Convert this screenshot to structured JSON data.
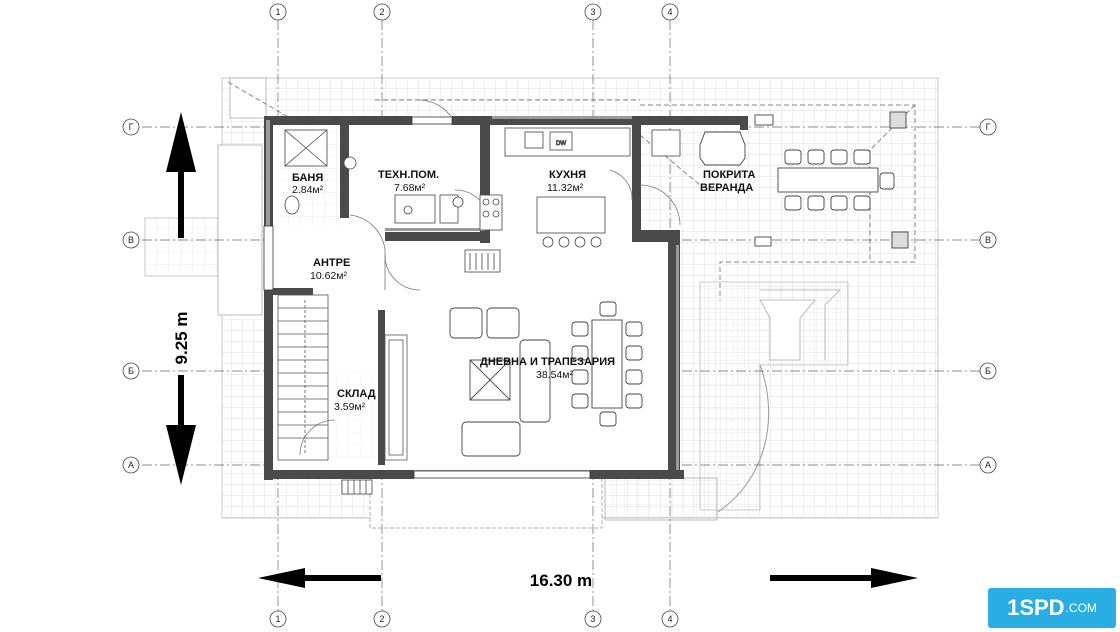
{
  "rooms": {
    "bathroom": {
      "name": "БАНЯ",
      "area": "2.84м²"
    },
    "tech": {
      "name": "ТЕХН.ПОМ.",
      "area": "7.68м²"
    },
    "kitchen": {
      "name": "КУХНЯ",
      "area": "11.32м²"
    },
    "veranda": {
      "name_line1": "ПОКРИТА",
      "name_line2": "ВЕРАНДА"
    },
    "entrance": {
      "name": "АНТРЕ",
      "area": "10.62м²"
    },
    "living": {
      "name": "ДНЕВНА И ТРАПЕЗАРИЯ",
      "area": "38.54м²"
    },
    "storage": {
      "name": "СКЛАД",
      "area": "3.59м²"
    }
  },
  "axes": {
    "vertical": [
      "1",
      "2",
      "3",
      "4"
    ],
    "horizontal": [
      "Г",
      "В",
      "Б",
      "А"
    ]
  },
  "dimensions": {
    "width": "16.30 m",
    "height": "9.25 m"
  },
  "appliance_labels": {
    "dishwasher": "DW"
  },
  "logo": {
    "main": "1SPD",
    "suffix": ".COM"
  },
  "colors": {
    "wall": "#4a4a4a",
    "wall_light": "#9a9a9a",
    "grid": "#d8d8d8",
    "axis": "#555555",
    "logo": "#29aee3"
  }
}
